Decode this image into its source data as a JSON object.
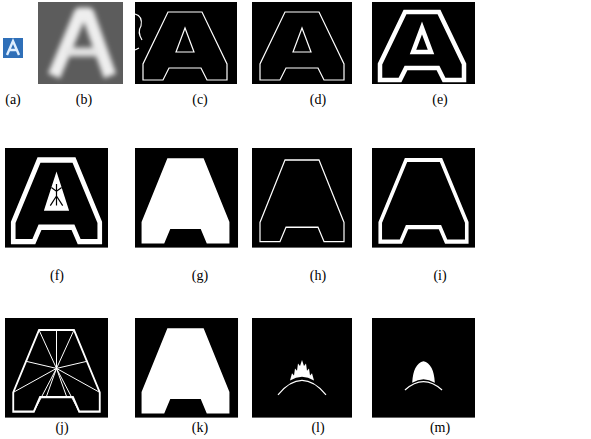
{
  "diagram": {
    "labels": [
      "(a)",
      "(b)",
      "(c)",
      "(d)",
      "(e)",
      "(f)",
      "(g)",
      "(h)",
      "(i)",
      "(j)",
      "(k)",
      "(l)",
      "(m)"
    ]
  }
}
